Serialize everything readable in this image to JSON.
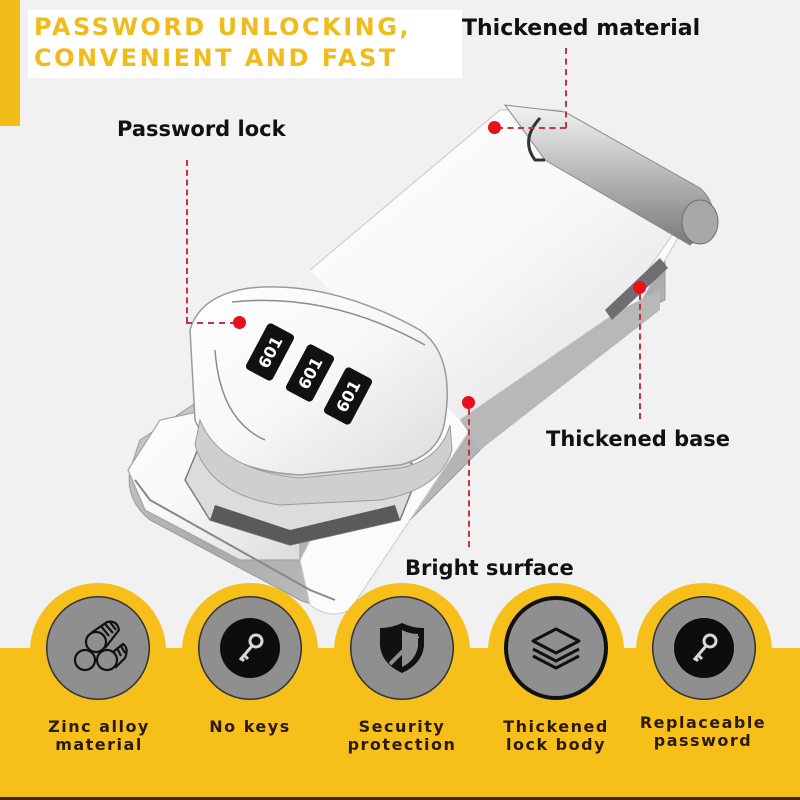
{
  "headline": {
    "line1": "PASSWORD UNLOCKING,",
    "line2": "CONVENIENT AND FAST"
  },
  "callouts": {
    "thickened_material": "Thickened material",
    "password_lock": "Password lock",
    "thickened_base": "Thickened base",
    "bright_surface": "Bright surface"
  },
  "dials": [
    "6 0 1",
    "6 0 1",
    "6 0 1"
  ],
  "features": [
    {
      "icon": "metal-bars-icon",
      "line1": "Zinc alloy",
      "line2": "material"
    },
    {
      "icon": "key-icon",
      "line1": "No keys",
      "line2": ""
    },
    {
      "icon": "shield-icon",
      "line1": "Security",
      "line2": "protection"
    },
    {
      "icon": "layers-icon",
      "line1": "Thickened",
      "line2": "lock body"
    },
    {
      "icon": "key-icon",
      "line1": "Replaceable",
      "line2": "password"
    }
  ],
  "colors": {
    "accent_yellow": "#f4bc18",
    "callout_red": "#e8101e",
    "icon_gray": "#8f8f8f",
    "label_dark": "#2b1a08"
  }
}
